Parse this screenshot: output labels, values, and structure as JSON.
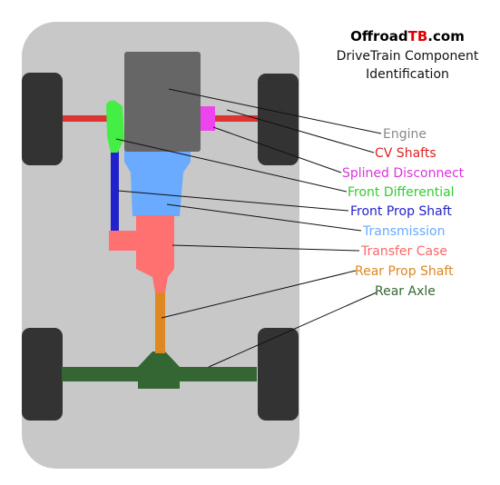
{
  "title": {
    "brand_prefix": "Offroad",
    "brand_highlight": "TB",
    "brand_suffix": ".com",
    "line1": "DriveTrain Component",
    "line2": "Identification"
  },
  "colors": {
    "chassis": "#c8c8c8",
    "wheel": "#333333",
    "engine": "#666666",
    "cv_shafts": "#dd3333",
    "splined_disconnect": "#ee44ee",
    "front_differential": "#44ee44",
    "front_prop_shaft": "#2222cc",
    "transmission": "#6aaaff",
    "transfer_case": "#ff7070",
    "rear_prop_shaft": "#dd8822",
    "rear_axle": "#336633",
    "brand_highlight": "#dd0000"
  },
  "labels": {
    "engine": "Engine",
    "cv_shafts": "CV Shafts",
    "splined_disconnect": "Splined Disconnect",
    "front_differential": "Front Differential",
    "front_prop_shaft": "Front Prop Shaft",
    "transmission": "Transmission",
    "transfer_case": "Transfer Case",
    "rear_prop_shaft": "Rear Prop Shaft",
    "rear_axle": "Rear Axle"
  }
}
